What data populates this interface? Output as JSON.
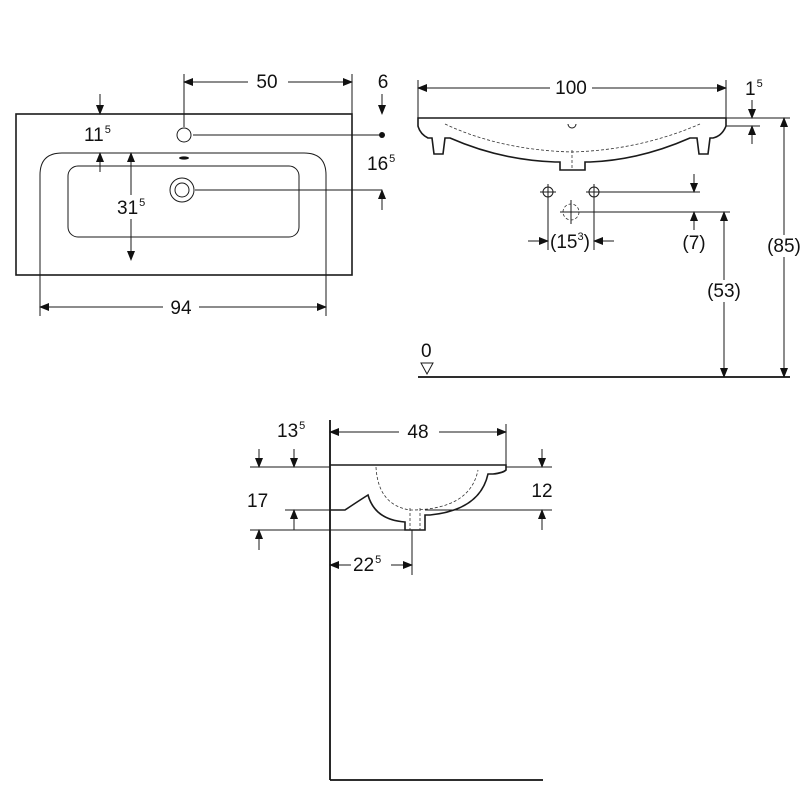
{
  "dimensions": {
    "top_view": {
      "dist_to_tap": "50",
      "edge_to_tap": "6",
      "tap_from_back_base": "11",
      "tap_from_back_sup": "5",
      "drain_from_tap_base": "16",
      "drain_from_tap_sup": "5",
      "bowl_depth_base": "31",
      "bowl_depth_sup": "5",
      "bowl_width": "94"
    },
    "front_view": {
      "overall_width": "100",
      "rim_thickness_base": "1",
      "rim_thickness_sup": "5",
      "drain_spacing_base": "(15",
      "drain_spacing_sup": "3",
      "drain_spacing_close": ")",
      "drain_offset": "(7)",
      "drain_height": "(53)",
      "rim_height": "(85)",
      "floor_level": "0"
    },
    "side_view": {
      "basin_depth": "48",
      "waste_from_top_base": "13",
      "waste_from_top_sup": "5",
      "basin_height": "17",
      "bowl_height": "12",
      "drain_from_wall_base": "22",
      "drain_from_wall_sup": "5"
    }
  }
}
